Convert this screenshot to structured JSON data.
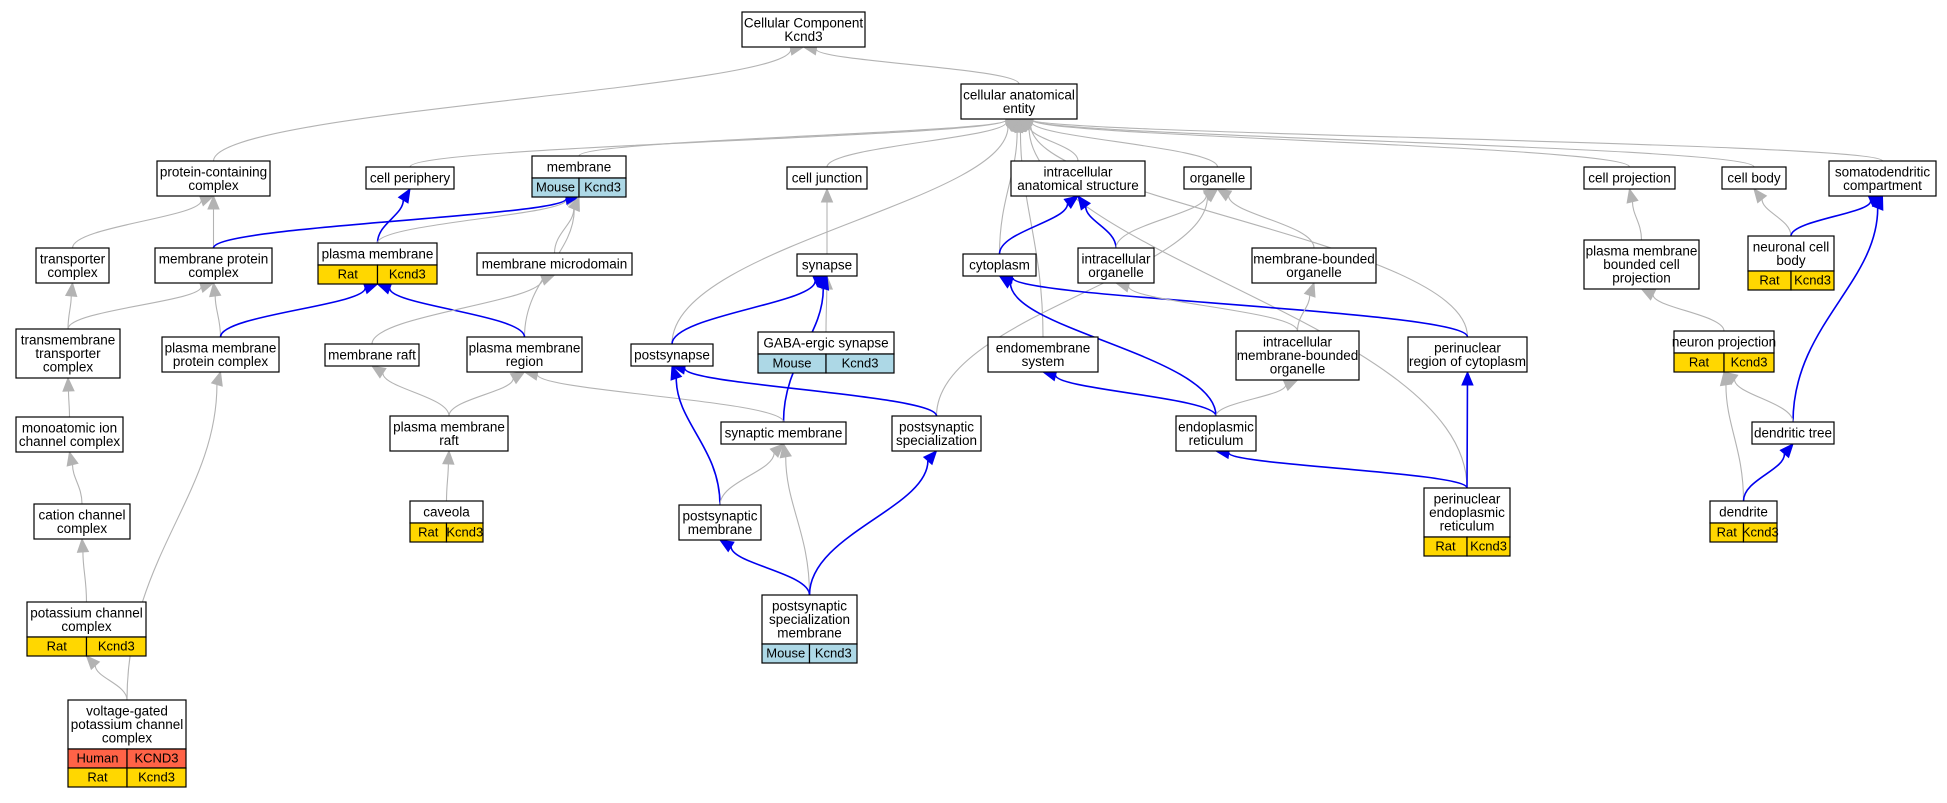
{
  "colors": {
    "edge_default": "#b3b3b3",
    "edge_highlight": "#0000ee",
    "node_border": "#000000",
    "node_fill": "#ffffff",
    "species_mouse": "#add8e6",
    "species_rat": "#ffd700",
    "species_human": "#ff6347"
  },
  "nodes": [
    {
      "id": "root",
      "lines": [
        "Cellular Component",
        "Kcnd3"
      ],
      "annotations": []
    },
    {
      "id": "cae",
      "lines": [
        "cellular anatomical",
        "entity"
      ],
      "annotations": []
    },
    {
      "id": "pcc",
      "lines": [
        "protein-containing",
        "complex"
      ],
      "annotations": []
    },
    {
      "id": "cper",
      "lines": [
        "cell periphery"
      ],
      "annotations": []
    },
    {
      "id": "mem",
      "lines": [
        "membrane"
      ],
      "annotations": [
        {
          "species": "Mouse",
          "gene": "Kcnd3"
        }
      ]
    },
    {
      "id": "cj",
      "lines": [
        "cell junction"
      ],
      "annotations": []
    },
    {
      "id": "ias",
      "lines": [
        "intracellular",
        "anatomical structure"
      ],
      "annotations": []
    },
    {
      "id": "org",
      "lines": [
        "organelle"
      ],
      "annotations": []
    },
    {
      "id": "cproj",
      "lines": [
        "cell projection"
      ],
      "annotations": []
    },
    {
      "id": "cbody",
      "lines": [
        "cell body"
      ],
      "annotations": []
    },
    {
      "id": "sdc",
      "lines": [
        "somatodendritic",
        "compartment"
      ],
      "annotations": []
    },
    {
      "id": "tc",
      "lines": [
        "transporter",
        "complex"
      ],
      "annotations": []
    },
    {
      "id": "mpc",
      "lines": [
        "membrane protein",
        "complex"
      ],
      "annotations": []
    },
    {
      "id": "pm",
      "lines": [
        "plasma membrane"
      ],
      "annotations": [
        {
          "species": "Rat",
          "gene": "Kcnd3"
        }
      ]
    },
    {
      "id": "mmd",
      "lines": [
        "membrane microdomain"
      ],
      "annotations": []
    },
    {
      "id": "syn",
      "lines": [
        "synapse"
      ],
      "annotations": []
    },
    {
      "id": "cyto",
      "lines": [
        "cytoplasm"
      ],
      "annotations": []
    },
    {
      "id": "io",
      "lines": [
        "intracellular",
        "organelle"
      ],
      "annotations": []
    },
    {
      "id": "mbo",
      "lines": [
        "membrane-bounded",
        "organelle"
      ],
      "annotations": []
    },
    {
      "id": "pmbcp",
      "lines": [
        "plasma membrane",
        "bounded cell",
        "projection"
      ],
      "annotations": []
    },
    {
      "id": "ncb",
      "lines": [
        "neuronal cell",
        "body"
      ],
      "annotations": [
        {
          "species": "Rat",
          "gene": "Kcnd3"
        }
      ]
    },
    {
      "id": "ttc",
      "lines": [
        "transmembrane",
        "transporter",
        "complex"
      ],
      "annotations": []
    },
    {
      "id": "pmpc",
      "lines": [
        "plasma membrane",
        "protein complex"
      ],
      "annotations": []
    },
    {
      "id": "mraft",
      "lines": [
        "membrane raft"
      ],
      "annotations": []
    },
    {
      "id": "pmr",
      "lines": [
        "plasma membrane",
        "region"
      ],
      "annotations": []
    },
    {
      "id": "psyn",
      "lines": [
        "postsynapse"
      ],
      "annotations": []
    },
    {
      "id": "gaba",
      "lines": [
        "GABA-ergic synapse"
      ],
      "annotations": [
        {
          "species": "Mouse",
          "gene": "Kcnd3"
        }
      ]
    },
    {
      "id": "ems",
      "lines": [
        "endomembrane",
        "system"
      ],
      "annotations": []
    },
    {
      "id": "imbo",
      "lines": [
        "intracellular",
        "membrane-bounded",
        "organelle"
      ],
      "annotations": []
    },
    {
      "id": "prc",
      "lines": [
        "perinuclear",
        "region of cytoplasm"
      ],
      "annotations": []
    },
    {
      "id": "np",
      "lines": [
        "neuron projection"
      ],
      "annotations": [
        {
          "species": "Rat",
          "gene": "Kcnd3"
        }
      ]
    },
    {
      "id": "micc",
      "lines": [
        "monoatomic ion",
        "channel complex"
      ],
      "annotations": []
    },
    {
      "id": "pmraft",
      "lines": [
        "plasma membrane",
        "raft"
      ],
      "annotations": []
    },
    {
      "id": "synm",
      "lines": [
        "synaptic membrane"
      ],
      "annotations": []
    },
    {
      "id": "pss",
      "lines": [
        "postsynaptic",
        "specialization"
      ],
      "annotations": []
    },
    {
      "id": "er",
      "lines": [
        "endoplasmic",
        "reticulum"
      ],
      "annotations": []
    },
    {
      "id": "dtree",
      "lines": [
        "dendritic tree"
      ],
      "annotations": []
    },
    {
      "id": "ccc",
      "lines": [
        "cation channel",
        "complex"
      ],
      "annotations": []
    },
    {
      "id": "caveola",
      "lines": [
        "caveola"
      ],
      "annotations": [
        {
          "species": "Rat",
          "gene": "Kcnd3"
        }
      ]
    },
    {
      "id": "psm",
      "lines": [
        "postsynaptic",
        "membrane"
      ],
      "annotations": []
    },
    {
      "id": "per",
      "lines": [
        "perinuclear",
        "endoplasmic",
        "reticulum"
      ],
      "annotations": [
        {
          "species": "Rat",
          "gene": "Kcnd3"
        }
      ]
    },
    {
      "id": "dend",
      "lines": [
        "dendrite"
      ],
      "annotations": [
        {
          "species": "Rat",
          "gene": "Kcnd3"
        }
      ]
    },
    {
      "id": "kcc",
      "lines": [
        "potassium channel",
        "complex"
      ],
      "annotations": [
        {
          "species": "Rat",
          "gene": "Kcnd3"
        }
      ]
    },
    {
      "id": "pssm",
      "lines": [
        "postsynaptic",
        "specialization",
        "membrane"
      ],
      "annotations": [
        {
          "species": "Mouse",
          "gene": "Kcnd3"
        }
      ]
    },
    {
      "id": "vgkcc",
      "lines": [
        "voltage-gated",
        "potassium channel",
        "complex"
      ],
      "annotations": [
        {
          "species": "Human",
          "gene": "KCND3"
        },
        {
          "species": "Rat",
          "gene": "Kcnd3"
        }
      ]
    }
  ],
  "edges": [
    {
      "from": "cae",
      "to": "root",
      "highlight": false
    },
    {
      "from": "pcc",
      "to": "root",
      "highlight": false
    },
    {
      "from": "cper",
      "to": "cae",
      "highlight": false
    },
    {
      "from": "mem",
      "to": "cae",
      "highlight": false
    },
    {
      "from": "cj",
      "to": "cae",
      "highlight": false
    },
    {
      "from": "ias",
      "to": "cae",
      "highlight": false
    },
    {
      "from": "org",
      "to": "cae",
      "highlight": false
    },
    {
      "from": "cproj",
      "to": "cae",
      "highlight": false
    },
    {
      "from": "cbody",
      "to": "cae",
      "highlight": false
    },
    {
      "from": "sdc",
      "to": "cae",
      "highlight": false
    },
    {
      "from": "psyn",
      "to": "cae",
      "highlight": false
    },
    {
      "from": "cyto",
      "to": "cae",
      "highlight": false
    },
    {
      "from": "ems",
      "to": "cae",
      "highlight": false
    },
    {
      "from": "prc",
      "to": "cae",
      "highlight": false
    },
    {
      "from": "per",
      "to": "cae",
      "highlight": false
    },
    {
      "from": "tc",
      "to": "pcc",
      "highlight": false
    },
    {
      "from": "mpc",
      "to": "pcc",
      "highlight": false
    },
    {
      "from": "pm",
      "to": "cper",
      "highlight": true
    },
    {
      "from": "pm",
      "to": "mem",
      "highlight": false
    },
    {
      "from": "mpc",
      "to": "mem",
      "highlight": true
    },
    {
      "from": "mmd",
      "to": "mem",
      "highlight": false
    },
    {
      "from": "pmr",
      "to": "mem",
      "highlight": false
    },
    {
      "from": "syn",
      "to": "cj",
      "highlight": false
    },
    {
      "from": "cyto",
      "to": "ias",
      "highlight": true
    },
    {
      "from": "io",
      "to": "ias",
      "highlight": true
    },
    {
      "from": "io",
      "to": "org",
      "highlight": false
    },
    {
      "from": "mbo",
      "to": "org",
      "highlight": false
    },
    {
      "from": "pss",
      "to": "org",
      "highlight": false
    },
    {
      "from": "pmbcp",
      "to": "cproj",
      "highlight": false
    },
    {
      "from": "ncb",
      "to": "cbody",
      "highlight": false
    },
    {
      "from": "ncb",
      "to": "sdc",
      "highlight": true
    },
    {
      "from": "dtree",
      "to": "sdc",
      "highlight": true
    },
    {
      "from": "ttc",
      "to": "tc",
      "highlight": false
    },
    {
      "from": "ttc",
      "to": "mpc",
      "highlight": false
    },
    {
      "from": "pmpc",
      "to": "mpc",
      "highlight": false
    },
    {
      "from": "pmpc",
      "to": "pm",
      "highlight": true
    },
    {
      "from": "pmr",
      "to": "pm",
      "highlight": true
    },
    {
      "from": "mraft",
      "to": "mmd",
      "highlight": false
    },
    {
      "from": "psyn",
      "to": "syn",
      "highlight": true
    },
    {
      "from": "gaba",
      "to": "syn",
      "highlight": false
    },
    {
      "from": "synm",
      "to": "syn",
      "highlight": true
    },
    {
      "from": "prc",
      "to": "cyto",
      "highlight": true
    },
    {
      "from": "er",
      "to": "cyto",
      "highlight": true
    },
    {
      "from": "imbo",
      "to": "io",
      "highlight": false
    },
    {
      "from": "imbo",
      "to": "mbo",
      "highlight": false
    },
    {
      "from": "np",
      "to": "pmbcp",
      "highlight": false
    },
    {
      "from": "micc",
      "to": "ttc",
      "highlight": false
    },
    {
      "from": "vgkcc",
      "to": "pmpc",
      "highlight": false
    },
    {
      "from": "pmraft",
      "to": "mraft",
      "highlight": false
    },
    {
      "from": "pmraft",
      "to": "pmr",
      "highlight": false
    },
    {
      "from": "synm",
      "to": "pmr",
      "highlight": false
    },
    {
      "from": "pss",
      "to": "psyn",
      "highlight": true
    },
    {
      "from": "psm",
      "to": "psyn",
      "highlight": true
    },
    {
      "from": "er",
      "to": "ems",
      "highlight": true
    },
    {
      "from": "er",
      "to": "imbo",
      "highlight": false
    },
    {
      "from": "per",
      "to": "prc",
      "highlight": true
    },
    {
      "from": "per",
      "to": "er",
      "highlight": true
    },
    {
      "from": "dtree",
      "to": "np",
      "highlight": false
    },
    {
      "from": "dend",
      "to": "np",
      "highlight": false
    },
    {
      "from": "dend",
      "to": "dtree",
      "highlight": true
    },
    {
      "from": "ccc",
      "to": "micc",
      "highlight": false
    },
    {
      "from": "caveola",
      "to": "pmraft",
      "highlight": false
    },
    {
      "from": "psm",
      "to": "synm",
      "highlight": false
    },
    {
      "from": "pssm",
      "to": "psm",
      "highlight": true
    },
    {
      "from": "pssm",
      "to": "synm",
      "highlight": false
    },
    {
      "from": "pssm",
      "to": "pss",
      "highlight": true
    },
    {
      "from": "kcc",
      "to": "ccc",
      "highlight": false
    },
    {
      "from": "vgkcc",
      "to": "kcc",
      "highlight": false
    }
  ]
}
